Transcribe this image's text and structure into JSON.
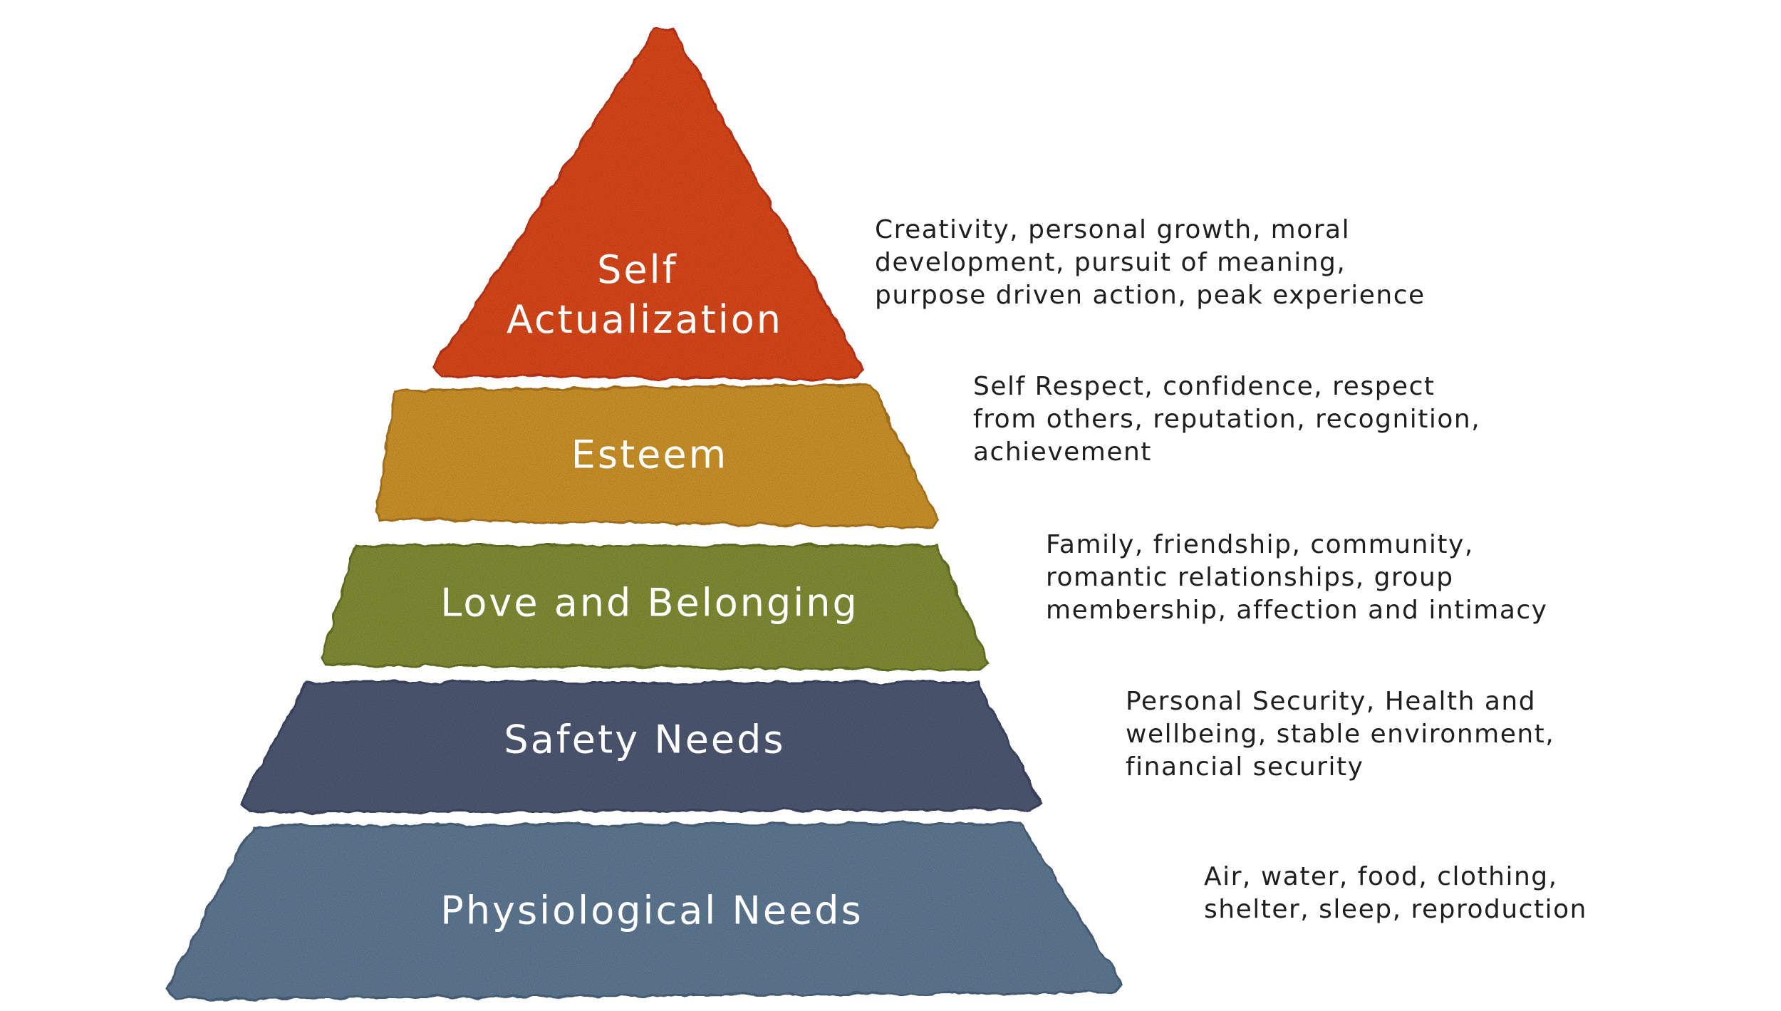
{
  "tiers": [
    {
      "id": "self-actualization",
      "label_lines": [
        "Self",
        "Actualization"
      ],
      "color": "#d4461f",
      "color_dark": "#b8361a",
      "description_lines": [
        "Creativity, personal growth, moral",
        "development, pursuit of meaning,",
        "purpose driven action, peak experience"
      ]
    },
    {
      "id": "esteem",
      "label_lines": [
        "Esteem"
      ],
      "color": "#c8902c",
      "color_dark": "#a87320",
      "description_lines": [
        "Self Respect, confidence, respect",
        "from others, reputation, recognition,",
        "achievement"
      ]
    },
    {
      "id": "love-and-belonging",
      "label_lines": [
        "Love and Belonging"
      ],
      "color": "#7f8a34",
      "color_dark": "#657025",
      "description_lines": [
        "Family, friendship, community,",
        "romantic relationships, group",
        "membership, affection and intimacy"
      ]
    },
    {
      "id": "safety-needs",
      "label_lines": [
        "Safety Needs"
      ],
      "color": "#4d5670",
      "color_dark": "#3c4460",
      "description_lines": [
        "Personal Security, Health and",
        "wellbeing, stable environment,",
        "financial security"
      ]
    },
    {
      "id": "physiological-needs",
      "label_lines": [
        "Physiological Needs"
      ],
      "color": "#5d7690",
      "color_dark": "#4a6178",
      "description_lines": [
        "Air, water, food, clothing,",
        "shelter, sleep, reproduction"
      ]
    }
  ]
}
